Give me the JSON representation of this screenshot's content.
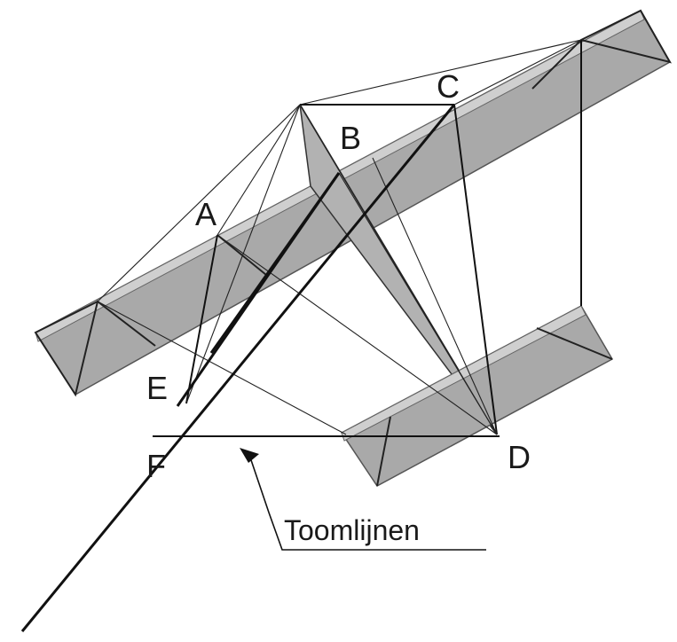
{
  "figure": {
    "point_labels": {
      "a": "A",
      "b": "B",
      "c": "C",
      "d": "D",
      "e": "E",
      "f": "F"
    },
    "callout": "Toomlijnen"
  },
  "colors": {
    "panel_fill": "#a9a9a9",
    "panel_edge": "#6e6e6e",
    "line": "#111111",
    "background": "#ffffff"
  }
}
